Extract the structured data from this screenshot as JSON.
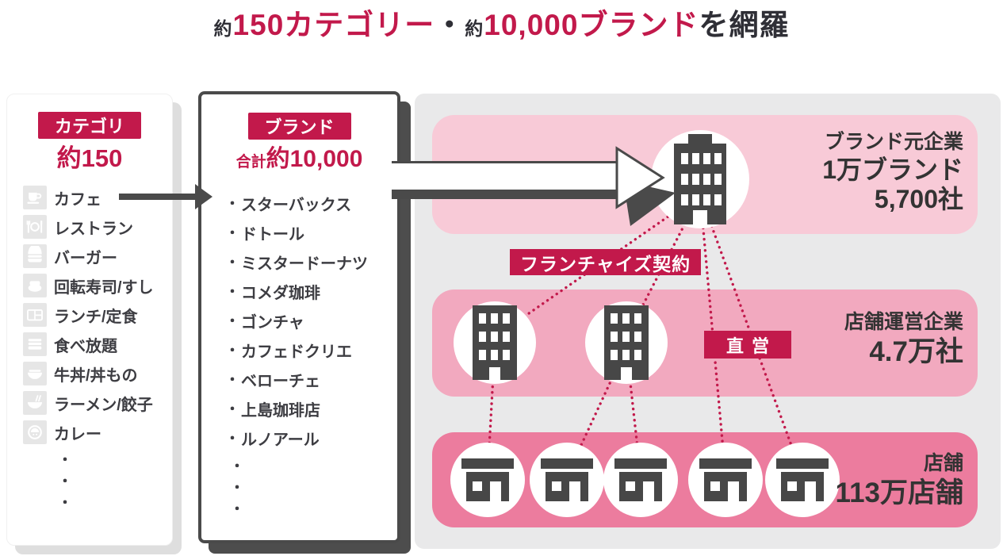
{
  "title": {
    "approx1": "約",
    "categories": "150カテゴリー",
    "separator": "・",
    "approx2": "約",
    "brands": "10,000ブランド",
    "suffix": "を網羅"
  },
  "category_panel": {
    "header": "カテゴリ",
    "count": "約150",
    "items": [
      {
        "icon": "coffee-cup-icon",
        "label": "カフェ"
      },
      {
        "icon": "restaurant-icon",
        "label": "レストラン"
      },
      {
        "icon": "burger-icon",
        "label": "バーガー"
      },
      {
        "icon": "sushi-icon",
        "label": "回転寿司/すし"
      },
      {
        "icon": "bento-icon",
        "label": "ランチ/定食"
      },
      {
        "icon": "plates-stack-icon",
        "label": "食べ放題"
      },
      {
        "icon": "rice-bowl-icon",
        "label": "牛丼/丼もの"
      },
      {
        "icon": "ramen-bowl-icon",
        "label": "ラーメン/餃子"
      },
      {
        "icon": "curry-icon",
        "label": "カレー"
      }
    ],
    "ellipsis": [
      "・",
      "・",
      "・"
    ]
  },
  "brand_panel": {
    "header": "ブランド",
    "total_label": "合計",
    "total_value": "約10,000",
    "bullet": "・",
    "items": [
      "スターバックス",
      "ドトール",
      "ミスタードーナツ",
      "コメダ珈琲",
      "ゴンチャ",
      "カフェドクリエ",
      "ベローチェ",
      "上島珈琲店",
      "ルノアール"
    ],
    "ellipsis": [
      "・",
      "・",
      "・"
    ]
  },
  "network_panel": {
    "franchise_label": "フランチャイズ契約",
    "direct_label": "直営",
    "brand_company": {
      "title": "ブランド元企業",
      "stat1": "1万ブランド",
      "stat2": "5,700社"
    },
    "operating_company": {
      "title": "店舗運営企業",
      "stat1": "4.7万社"
    },
    "stores": {
      "title": "店舗",
      "stat1": "113万店舗"
    }
  },
  "colors": {
    "accent_red": "#c2194b",
    "dark_gray": "#4a4a4a",
    "text_dark": "#2f2f36",
    "pink_light": "#f8cad7",
    "pink_medium": "#f2a9bf",
    "pink_strong": "#ec7c9e",
    "panel_gray": "#e9e9ea",
    "icon_bg_gray": "#e6e6e6"
  }
}
